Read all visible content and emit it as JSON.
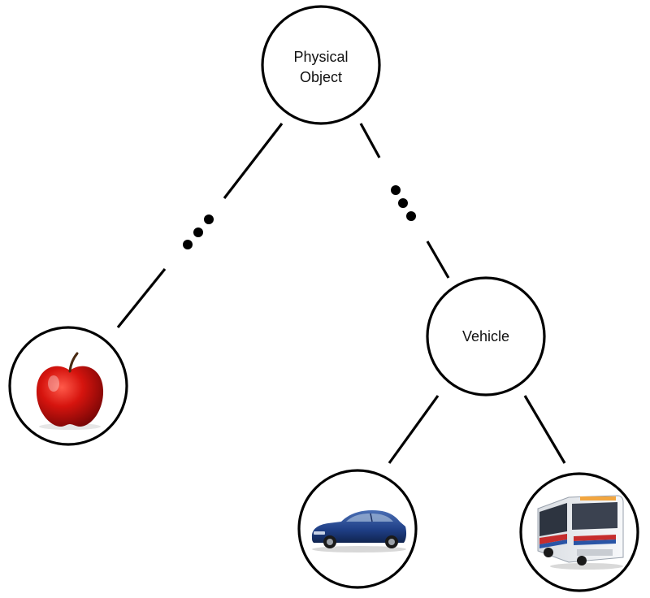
{
  "nodes": {
    "root": {
      "line1": "Physical",
      "line2": "Object"
    },
    "vehicle": {
      "label": "Vehicle"
    },
    "apple": {
      "icon": "apple-icon"
    },
    "car": {
      "icon": "car-icon"
    },
    "bus": {
      "icon": "bus-icon"
    }
  }
}
